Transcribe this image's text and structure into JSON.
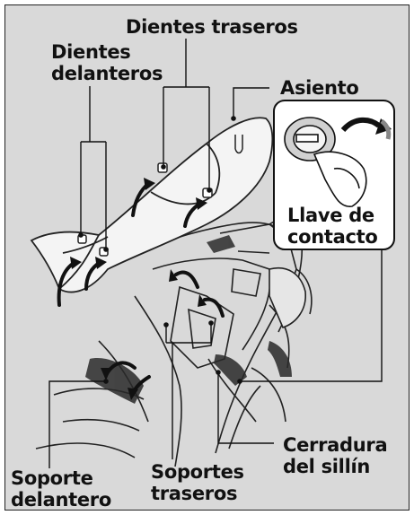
{
  "labels": {
    "rear_teeth": "Dientes traseros",
    "front_teeth_line1": "Dientes",
    "front_teeth_line2": "delanteros",
    "seat": "Asiento",
    "ignition_key_line1": "Llave de",
    "ignition_key_line2": "contacto",
    "seat_lock_line1": "Cerradura",
    "seat_lock_line2": "del sillín",
    "front_support_line1": "Soporte",
    "front_support_line2": "delantero",
    "rear_supports_line1": "Soportes",
    "rear_supports_line2": "traseros"
  },
  "colors": {
    "panel_background": "#d9d9d9",
    "line": "#111111",
    "callout_fill": "#ffffff"
  }
}
